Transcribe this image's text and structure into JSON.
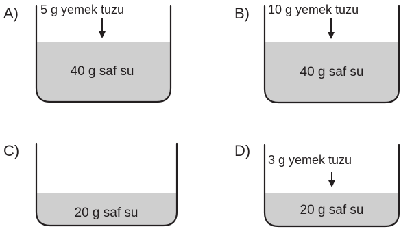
{
  "options": [
    {
      "letter": "A)",
      "salt": "5 g yemek tuzu",
      "water": "40 g saf su"
    },
    {
      "letter": "B)",
      "salt": "10 g yemek tuzu",
      "water": "40 g saf su"
    },
    {
      "letter": "C)",
      "salt": "",
      "water": "20 g saf su"
    },
    {
      "letter": "D)",
      "salt": "3 g yemek tuzu",
      "water": "20 g saf su"
    }
  ],
  "colors": {
    "liquid": "#cfcfcf",
    "outline": "#231f20"
  }
}
